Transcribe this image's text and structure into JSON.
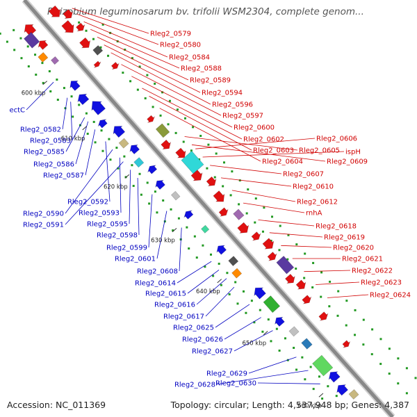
{
  "title": "Rhizobium leguminosarum bv. trifolii WSM2304, complete genom...",
  "footer": {
    "accession": "Accession: NC_011369",
    "topology": "Topology: circular; Length: 4,537,948 bp; Genes: 4,387"
  },
  "colors": {
    "forward_label": "#d10000",
    "reverse_label": "#0000c0",
    "backbone": "#888888",
    "dot_track": "#229922"
  },
  "ticks": [
    {
      "label": "600 kbp"
    },
    {
      "label": "610 kbp"
    },
    {
      "label": "620 kbp"
    },
    {
      "label": "630 kbp"
    },
    {
      "label": "640 kbp"
    },
    {
      "label": "650 kbp"
    },
    {
      "label": "660 kbp"
    }
  ],
  "forward_genes": [
    {
      "label": "Rleg2_0579"
    },
    {
      "label": "Rleg2_0580"
    },
    {
      "label": "Rleg2_0584"
    },
    {
      "label": "Rleg2_0588"
    },
    {
      "label": "Rleg2_0589"
    },
    {
      "label": "Rleg2_0594"
    },
    {
      "label": "Rleg2_0596"
    },
    {
      "label": "Rleg2_0597"
    },
    {
      "label": "Rleg2_0600"
    },
    {
      "label": "Rleg2_0602"
    },
    {
      "label": "Rleg2_0603"
    },
    {
      "label": "Rleg2_0604"
    },
    {
      "label": "Rleg2_0605"
    },
    {
      "label": "Rleg2_0606"
    },
    {
      "label": "ispH"
    },
    {
      "label": "Rleg2_0609"
    },
    {
      "label": "Rleg2_0607"
    },
    {
      "label": "Rleg2_0610"
    },
    {
      "label": "Rleg2_0612"
    },
    {
      "label": "rnhA"
    },
    {
      "label": "Rleg2_0618"
    },
    {
      "label": "Rleg2_0619"
    },
    {
      "label": "Rleg2_0620"
    },
    {
      "label": "Rleg2_0621"
    },
    {
      "label": "Rleg2_0622"
    },
    {
      "label": "Rleg2_0623"
    },
    {
      "label": "Rleg2_0624"
    }
  ],
  "reverse_genes": [
    {
      "label": "ectC"
    },
    {
      "label": "Rleg2_0582"
    },
    {
      "label": "Rleg2_0583"
    },
    {
      "label": "Rleg2_0585"
    },
    {
      "label": "Rleg2_0586"
    },
    {
      "label": "Rleg2_0587"
    },
    {
      "label": "Rleg2_0592"
    },
    {
      "label": "Rleg2_0590"
    },
    {
      "label": "Rleg2_0593"
    },
    {
      "label": "Rleg2_0591"
    },
    {
      "label": "Rleg2_0595"
    },
    {
      "label": "Rleg2_0598"
    },
    {
      "label": "Rleg2_0599"
    },
    {
      "label": "Rleg2_0601"
    },
    {
      "label": "Rleg2_0608"
    },
    {
      "label": "Rleg2_0614"
    },
    {
      "label": "Rleg2_0615"
    },
    {
      "label": "Rleg2_0616"
    },
    {
      "label": "Rleg2_0617"
    },
    {
      "label": "Rleg2_0625"
    },
    {
      "label": "Rleg2_0626"
    },
    {
      "label": "Rleg2_0627"
    },
    {
      "label": "Rleg2_0629"
    },
    {
      "label": "Rleg2_0628"
    },
    {
      "label": "Rleg2_0630"
    }
  ]
}
